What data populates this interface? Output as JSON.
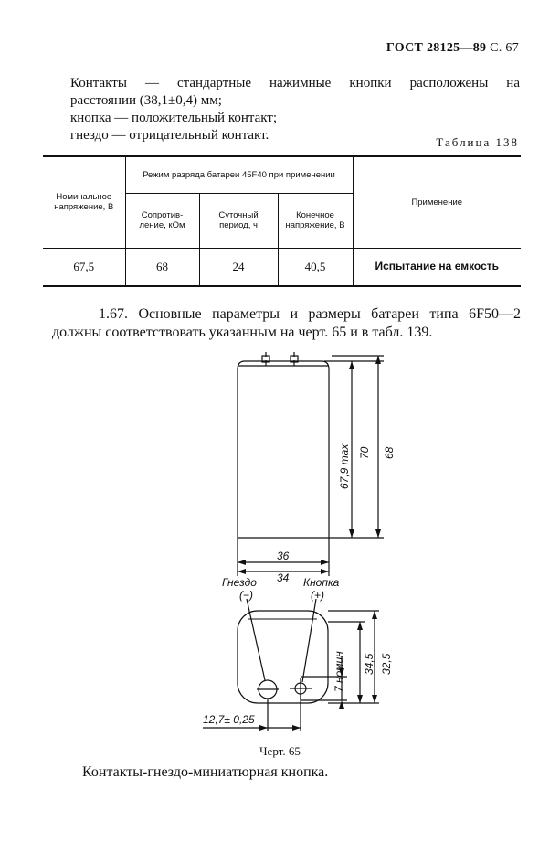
{
  "header": {
    "standard": "ГОСТ 28125—89",
    "page": "С. 67"
  },
  "intro": {
    "line1": "Контакты — стандартные нажимные кнопки расположены на",
    "line2": "расстоянии (38,1±0,4) мм;",
    "line3": "кнопка — положительный контакт;",
    "line4": "гнездо — отрицательный контакт."
  },
  "table": {
    "caption": "Таблица 138",
    "headers": {
      "nominal_voltage": "Номинальное напряжение, В",
      "discharge_mode": "Режим разряда батареи 45F40 при применении",
      "resistance": "Сопротив-ление, кОм",
      "daily_period": "Суточный период, ч",
      "final_voltage": "Конечное напряжение, В",
      "application": "Применение"
    },
    "rows": [
      {
        "nominal_voltage": "67,5",
        "resistance": "68",
        "daily_period": "24",
        "final_voltage": "40,5",
        "application": "Испытание на емкость"
      }
    ]
  },
  "section": {
    "line1": "1.67. Основные параметры и размеры батареи типа 6F50—2",
    "line2": "должны соответствовать указанным на черт. 65 и в табл. 139."
  },
  "drawing": {
    "dim_height_max": "67,9 max",
    "dim_70": "70",
    "dim_68": "68",
    "dim_36": "36",
    "dim_34": "34",
    "label_socket": "Гнездо",
    "label_socket_sign": "(−)",
    "label_button": "Кнопка",
    "label_button_sign": "(+)",
    "dim_7_nominal": "7 номин",
    "dim_34_5": "34,5",
    "dim_32_5": "32,5",
    "dim_12_7": "12,7± 0,25"
  },
  "figure_caption": "Черт. 65",
  "closing": "Контакты-гнездо-миниатюрная кнопка."
}
